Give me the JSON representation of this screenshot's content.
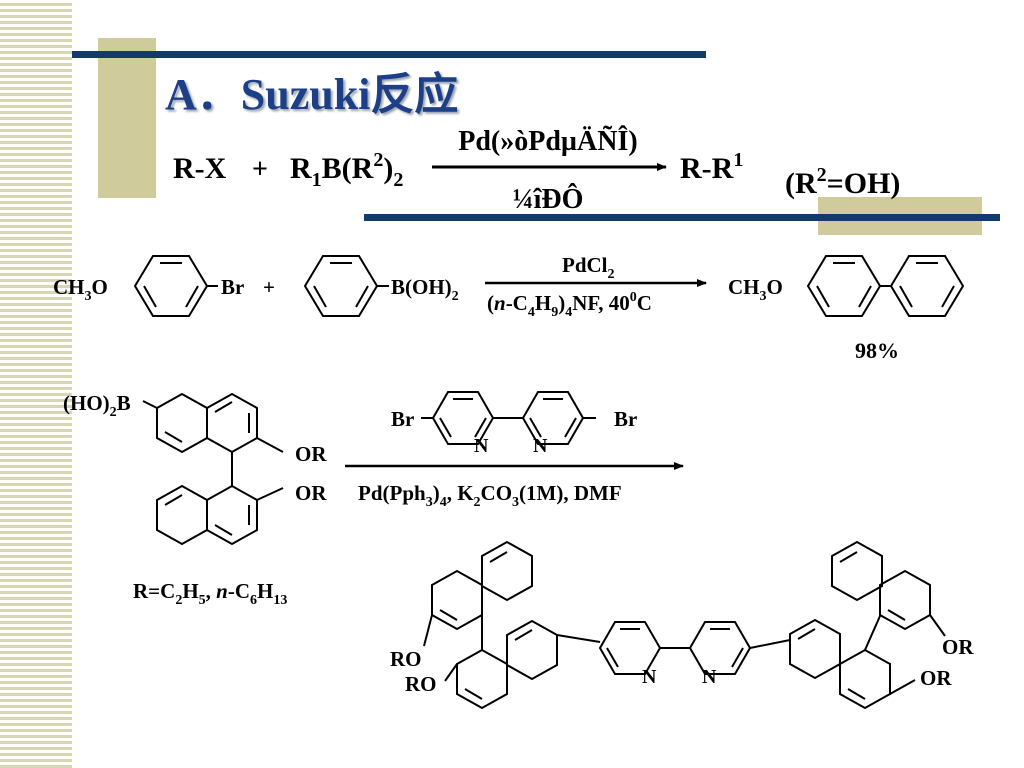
{
  "slide": {
    "title": "A．Suzuki反应",
    "accent_color": "#1c3f87",
    "rule_color": "#123a6b",
    "stripe_color": "#d9d6b4",
    "block_color": "#cfcb9a"
  },
  "general_reaction": {
    "reactant_1": "R-X",
    "plus": "+",
    "reactant_2": {
      "a": "R",
      "b": "1",
      "c": "B(R",
      "d": "2",
      "e": ")",
      "f": "2"
    },
    "reagent_above": "Pd(»òPdµÄÑÎ)",
    "reagent_below": "¼îÐÔ",
    "product": {
      "a": "R-R",
      "b": "1"
    },
    "condition": {
      "a": "(R",
      "b": "2",
      "c": "=OH)"
    }
  },
  "example_1": {
    "reactant_1_group": {
      "a": "CH",
      "b": "3",
      "c": "O"
    },
    "reactant_1_halide": "Br",
    "plus": "+",
    "reactant_2_group": {
      "a": "B(OH)",
      "b": "2"
    },
    "reagent_above": {
      "a": "PdCl",
      "b": "2"
    },
    "reagent_below": {
      "a": "(",
      "b": "n",
      "c": "-C",
      "d": "4",
      "e": "H",
      "f": "9",
      "g": ")",
      "h": "4",
      "i": "NF, 40",
      "j": "0",
      "k": "C"
    },
    "product_group": {
      "a": "CH",
      "b": "3",
      "c": "O"
    },
    "yield": "98%"
  },
  "example_2": {
    "boronic_acid": {
      "a": "(HO)",
      "b": "2",
      "c": "B"
    },
    "substituent_1": "OR",
    "substituent_2": "OR",
    "r_definition": {
      "a": "R=C",
      "b": "2",
      "c": "H",
      "d": "5",
      "e": ", ",
      "f": "n",
      "g": "-C",
      "h": "6",
      "i": "H",
      "j": "13"
    },
    "bipyridine_br_left": "Br",
    "bipyridine_br_right": "Br",
    "bipyridine_n_left": "N",
    "bipyridine_n_right": "N",
    "reagent_below": {
      "a": "Pd(Pph",
      "b": "3",
      "c": ")",
      "d": "4",
      "e": ", K",
      "f": "2",
      "g": "CO",
      "h": "3",
      "i": "(1M), DMF"
    },
    "product_ro_1": "RO",
    "product_ro_2": "RO",
    "product_n_left": "N",
    "product_n_right": "N",
    "product_or_1": "OR",
    "product_or_2": "OR"
  }
}
